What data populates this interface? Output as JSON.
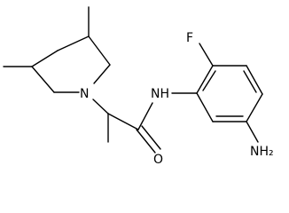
{
  "molecule": {
    "atoms": {
      "nitrogen_ring": "N",
      "amide_nh": "NH",
      "amide_oxygen": "O",
      "fluorine": "F",
      "amino_group": "NH₂"
    }
  }
}
